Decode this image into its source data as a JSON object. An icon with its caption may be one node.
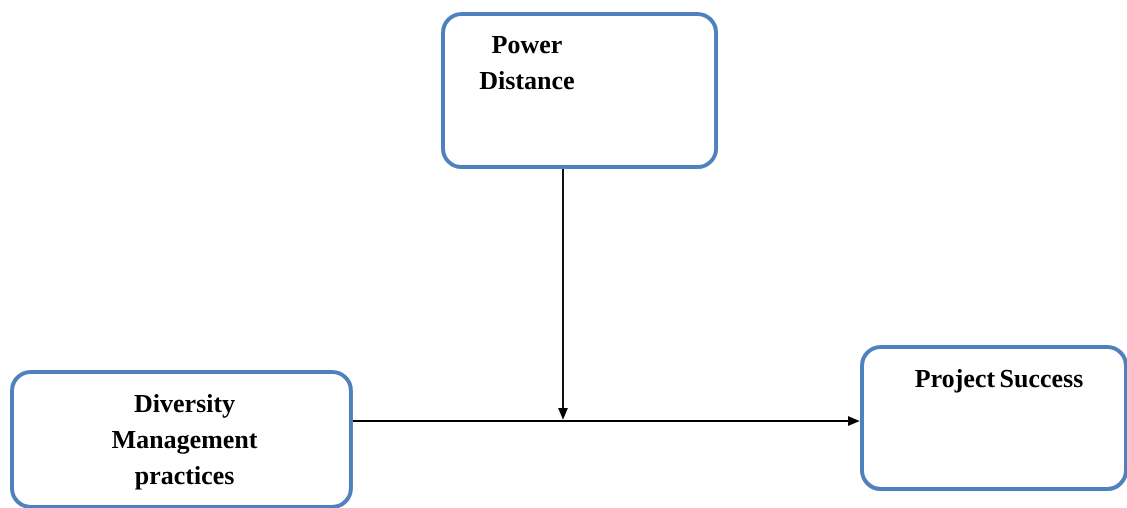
{
  "diagram": {
    "nodes": [
      {
        "text": [
          "Power Distance"
        ]
      },
      {
        "text": [
          "Diversity Management practices"
        ]
      },
      {
        "text": [
          "Project Success"
        ]
      }
    ],
    "edges": [
      {
        "from": 1,
        "to": 2,
        "arrow": "to"
      },
      {
        "from": 0,
        "to": null,
        "arrow": "to"
      }
    ]
  }
}
